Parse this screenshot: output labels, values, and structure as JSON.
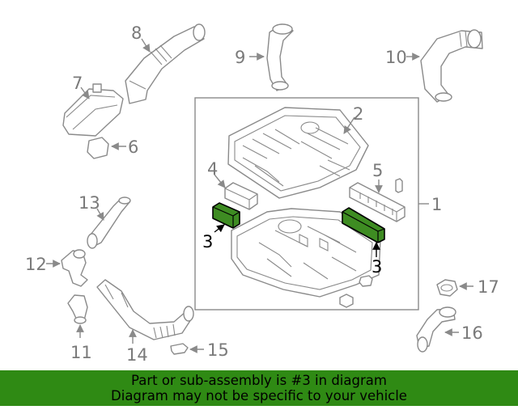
{
  "callouts": {
    "c1": "1",
    "c2": "2",
    "c3a": "3",
    "c3b": "3",
    "c4": "4",
    "c5": "5",
    "c6": "6",
    "c7": "7",
    "c8": "8",
    "c9": "9",
    "c10": "10",
    "c11": "11",
    "c12": "12",
    "c13": "13",
    "c14": "14",
    "c15": "15",
    "c16": "16",
    "c17": "17"
  },
  "banner": {
    "line1": "Part or sub-assembly is #3 in diagram",
    "line2": "Diagram may not be specific to your vehicle"
  },
  "colors": {
    "highlight": "#3e8c22",
    "banner": "#2f8a14",
    "line": "#8a8a8a"
  }
}
